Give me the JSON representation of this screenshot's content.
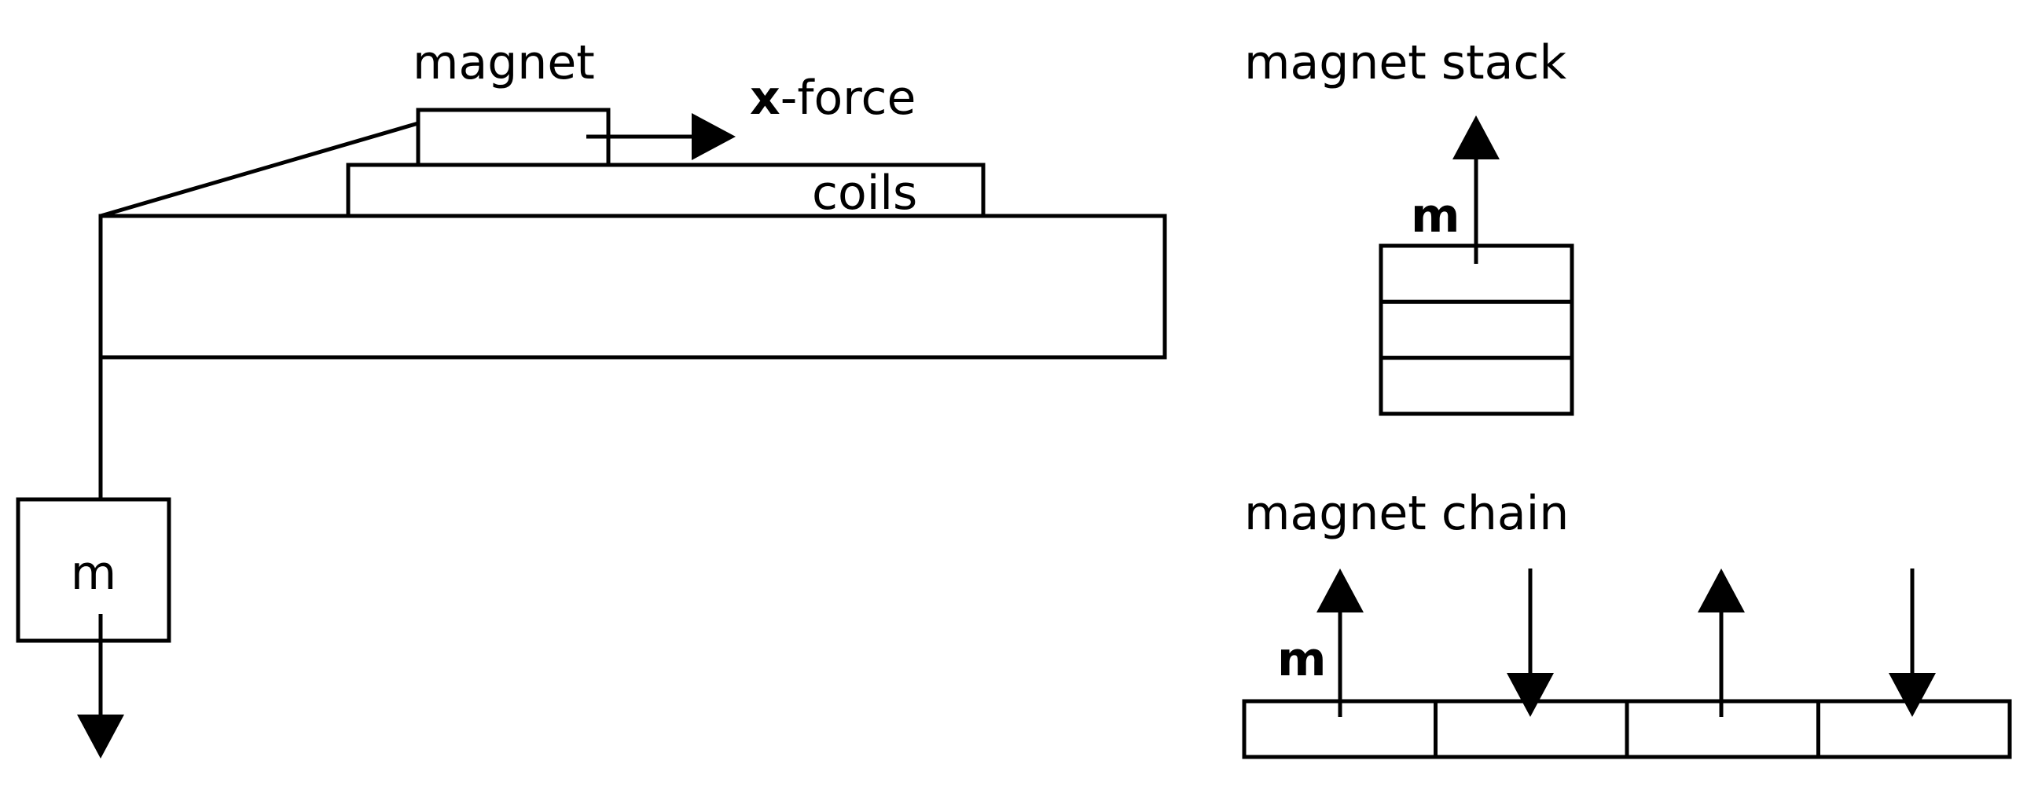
{
  "labels": {
    "magnet": "magnet",
    "x_force_bold": "x",
    "x_force_rest": "-force",
    "coils": "coils",
    "mass": "m",
    "magnet_stack": "magnet stack",
    "stack_m": "m",
    "magnet_chain": "magnet chain",
    "chain_m": "m"
  },
  "stack": {
    "segments": 3
  },
  "chain": {
    "segments": 4,
    "arrow_directions": [
      "up",
      "down",
      "up",
      "down"
    ]
  },
  "colors": {
    "stroke": "#000000",
    "background": "#ffffff"
  }
}
